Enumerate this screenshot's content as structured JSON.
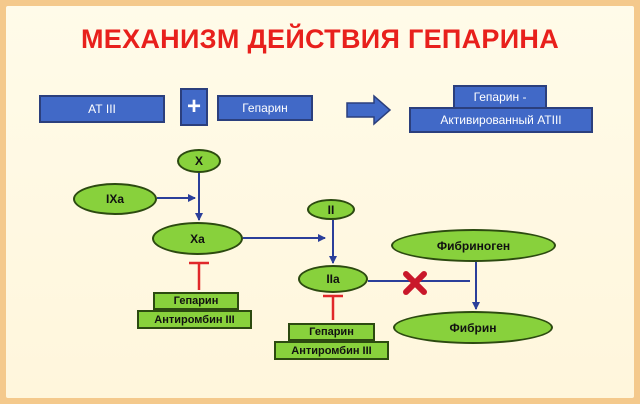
{
  "title": "МЕХАНИЗМ ДЕЙСТВИЯ ГЕПАРИНА",
  "top_row": {
    "at3": "АТ III",
    "plus": "+",
    "heparin": "Гепарин",
    "complex_line1": "Гепарин -",
    "complex_line2": "Активированный АТIII"
  },
  "nodes": {
    "x": "X",
    "ixa": "IXa",
    "xa": "Xa",
    "ii": "II",
    "iia": "IIa",
    "fibrinogen": "Фибриноген",
    "fibrin": "Фибрин"
  },
  "inhibitors": {
    "left_heparin": "Гепарин",
    "left_antithrombin": "Антиромбин III",
    "right_heparin": "Гепарин",
    "right_antithrombin": "Антиромбин III"
  },
  "colors": {
    "title": "#e8201c",
    "blue_box": "#4169c7",
    "green_node": "#88d13c",
    "arrow": "#2b3f9a",
    "inhibition": "#e0282a"
  }
}
